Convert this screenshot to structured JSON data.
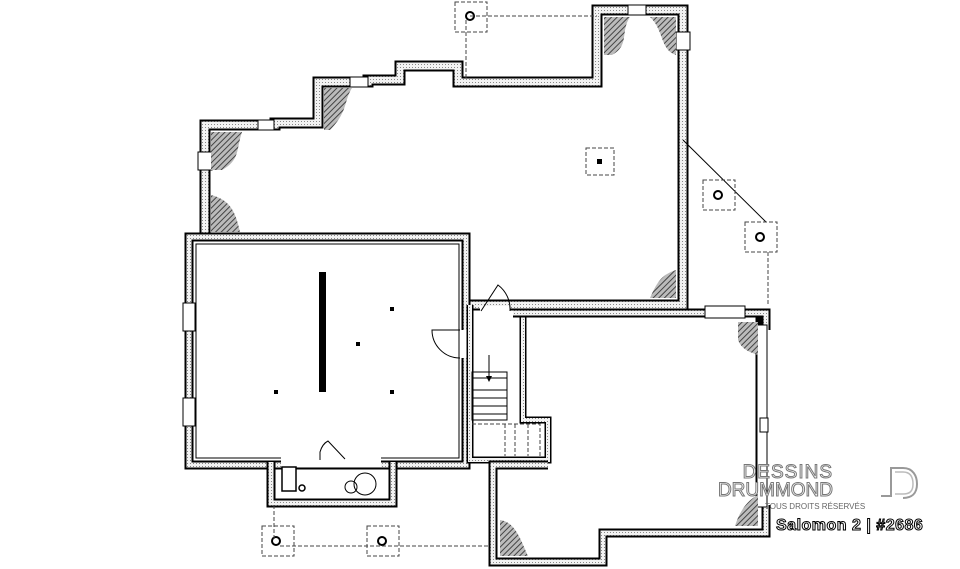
{
  "drawing": {
    "type": "foundation-floor-plan",
    "colors": {
      "wall_fill": "#e8e8e8",
      "wall_stroke": "#000000",
      "hatch": "#555555",
      "dashed": "#444444"
    }
  },
  "brand": {
    "line1": "DESSINS",
    "line2": "DRUMMOND",
    "tagline": "TOUS DROITS RÉSERVÉS",
    "logo_icon": "drummond-logo-icon"
  },
  "caption": {
    "model_name": "Salomon 2",
    "separator": "|",
    "plan_number": "#2686",
    "full": "Salomon 2 | #2686"
  },
  "elements": {
    "columns_dashed_footings": 7,
    "interior_posts": 5,
    "beam": "center-steel-beam",
    "stairs": "basement-stairs-down",
    "doors": 3
  }
}
